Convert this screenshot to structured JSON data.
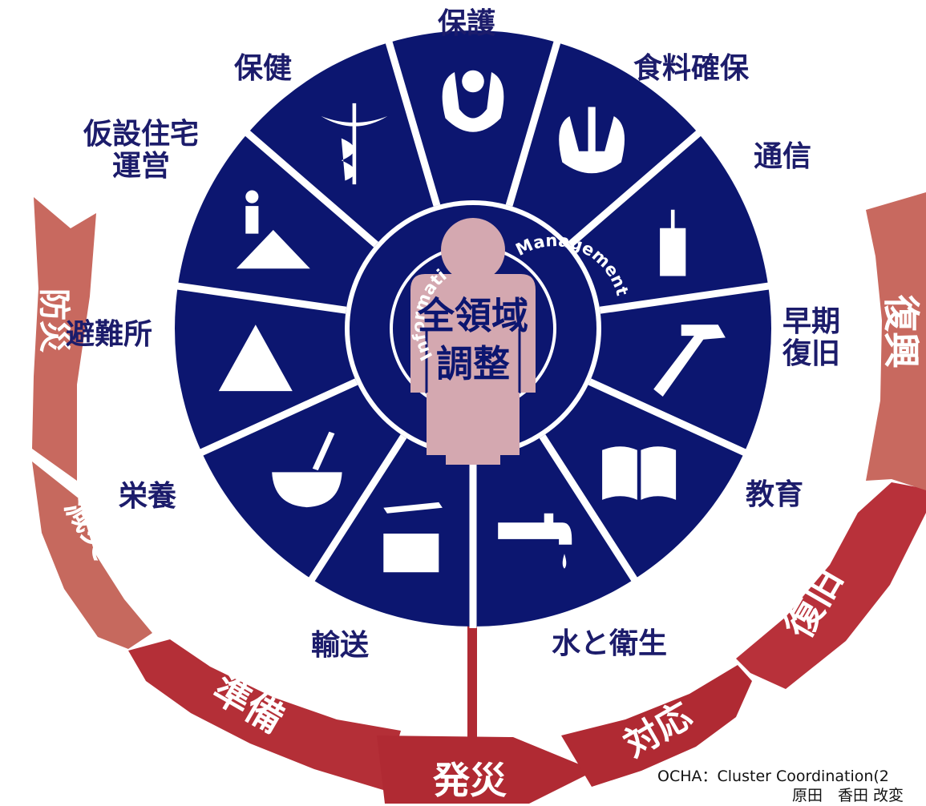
{
  "colors": {
    "wheel": "#0c1670",
    "divider": "#ffffff",
    "figure": "#d4a8b0",
    "ring_text": "#ffffff",
    "label": "#1c1c6b",
    "arrow_light": "#c8695f",
    "arrow_dark": "#b02a33"
  },
  "center": {
    "line1": "全領域",
    "line2": "調整",
    "ring_left": "Information",
    "ring_right": "Management"
  },
  "clusters": [
    {
      "label": "保護",
      "icon": "hands-holding-person-icon"
    },
    {
      "label": "食料確保",
      "icon": "hands-holding-wheat-icon"
    },
    {
      "label": "通信",
      "icon": "radio-phone-icon"
    },
    {
      "label": "早期\n復旧",
      "icon": "hammer-icon"
    },
    {
      "label": "教育",
      "icon": "open-book-icon"
    },
    {
      "label": "水と衛生",
      "icon": "water-tap-icon"
    },
    {
      "label": "輸送",
      "icon": "truck-plane-icon"
    },
    {
      "label": "栄養",
      "icon": "bowl-wheat-icon"
    },
    {
      "label": "避難所",
      "icon": "tent-icon"
    },
    {
      "label": "仮設住宅\n運営",
      "icon": "camp-person-icon"
    },
    {
      "label": "保健",
      "icon": "caduceus-icon"
    }
  ],
  "cycle": {
    "prevention": "防災",
    "mitigation": "減災",
    "preparedness": "準備",
    "onset": "発災",
    "response": "対応",
    "recovery": "復旧",
    "right_edge": "復興"
  },
  "source": {
    "line1": "OCHA：Cluster Coordination(2",
    "line2": "原田　香田 改変"
  }
}
